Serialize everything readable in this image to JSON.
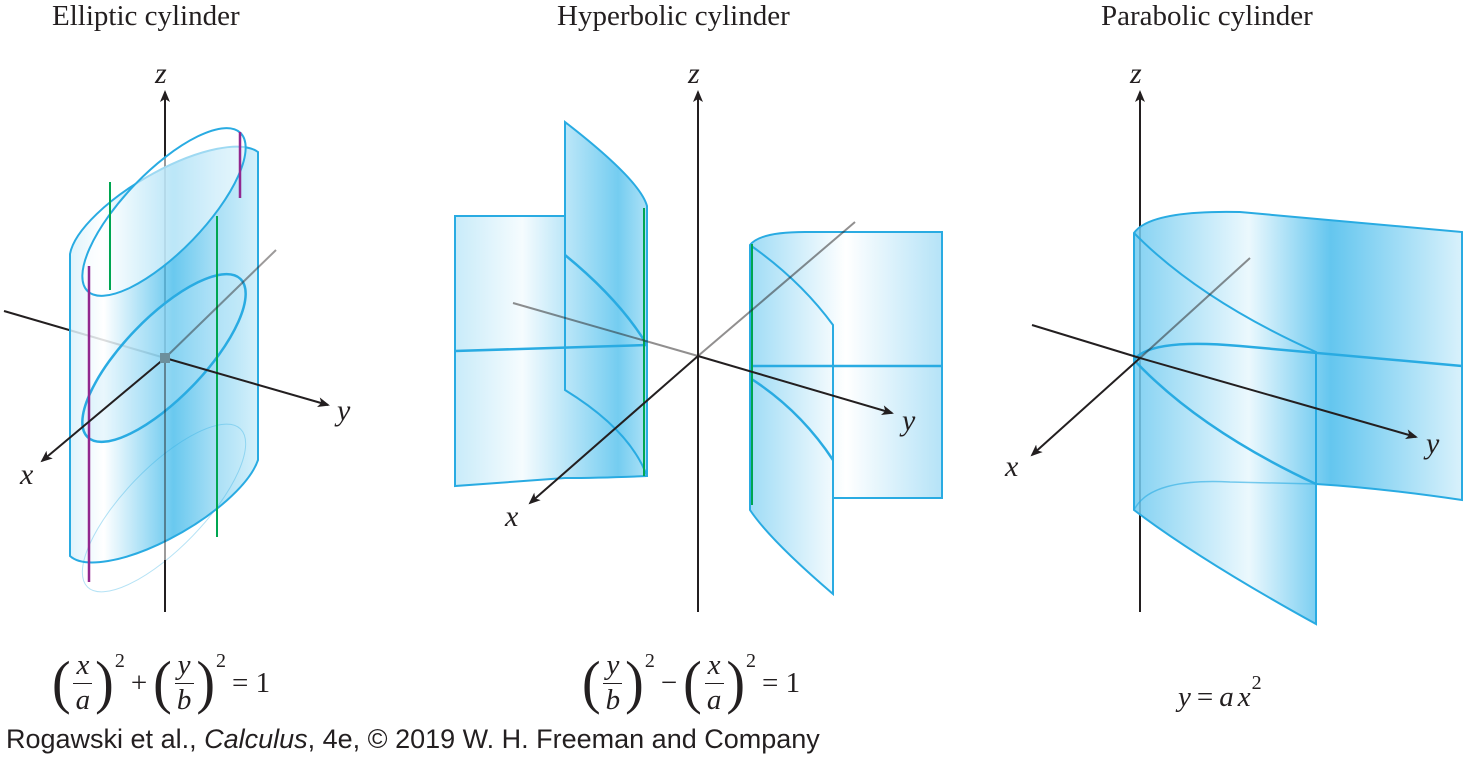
{
  "titles": {
    "elliptic": "Elliptic cylinder",
    "hyperbolic": "Hyperbolic cylinder",
    "parabolic": "Parabolic cylinder"
  },
  "axes": {
    "x": "x",
    "y": "y",
    "z": "z"
  },
  "equations": {
    "elliptic": {
      "n1": "x",
      "d1": "a",
      "p1": "2",
      "op": "+",
      "n2": "y",
      "d2": "b",
      "p2": "2",
      "rhs": "= 1"
    },
    "hyperbolic": {
      "n1": "y",
      "d1": "b",
      "p1": "2",
      "op": "−",
      "n2": "x",
      "d2": "a",
      "p2": "2",
      "rhs": "= 1"
    },
    "parabolic": {
      "lhs": "y",
      "eq": "=",
      "coef": "a",
      "var": "x",
      "power": "2"
    }
  },
  "credit": {
    "authors": "Rogawski et al., ",
    "book": "Calculus",
    "rest": ", 4e, © 2019 W. H. Freeman and Company"
  },
  "colors": {
    "surface": "#29abe2",
    "axis": "#231f20",
    "green_rule": "#00a651",
    "purple_rule": "#92278f"
  }
}
